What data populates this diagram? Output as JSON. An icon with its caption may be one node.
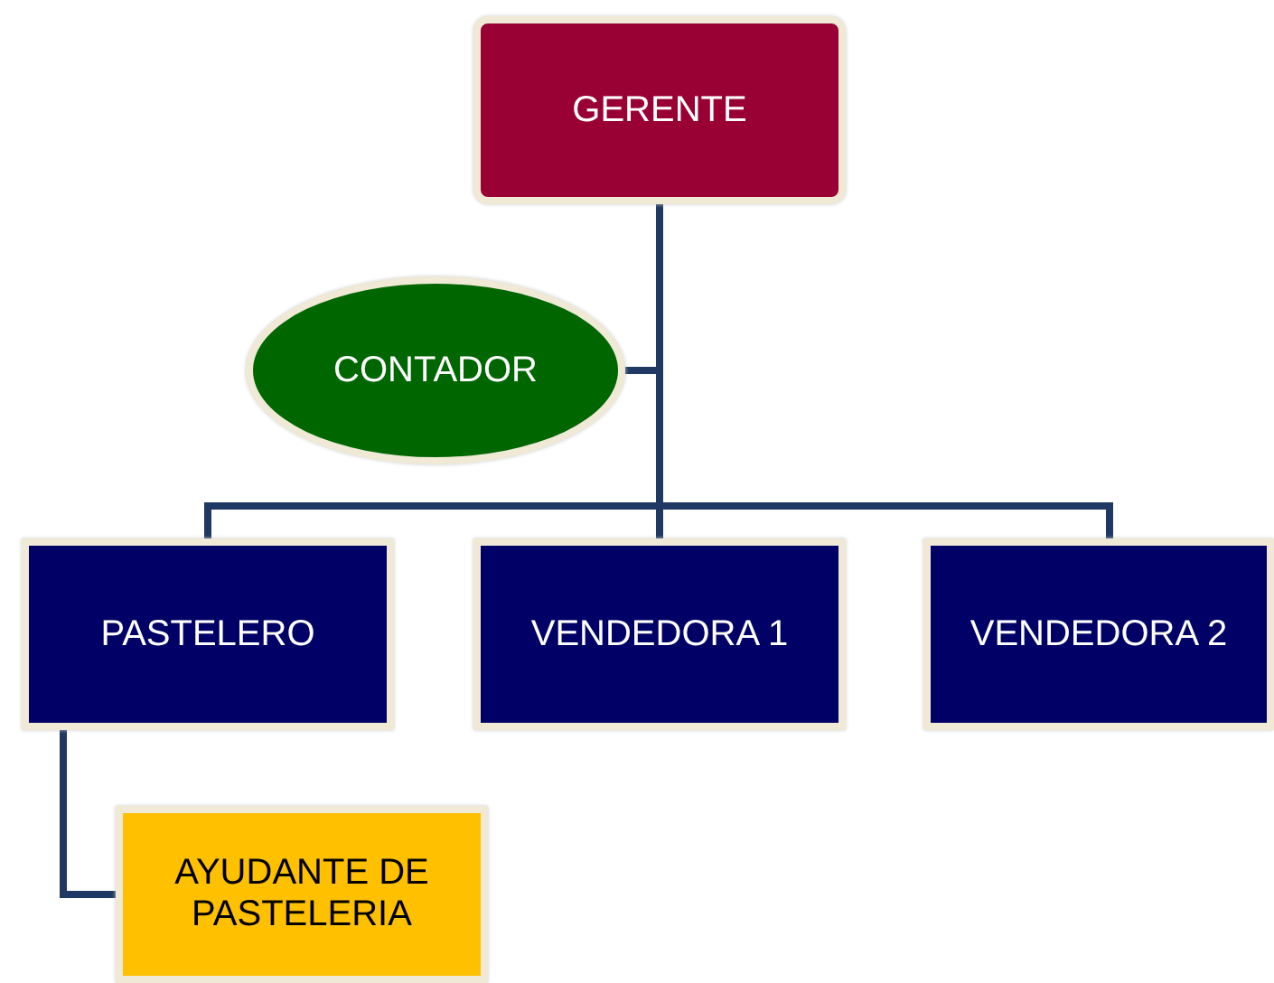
{
  "diagram": {
    "nodes": [
      {
        "text": [
          "GERENTE"
        ]
      },
      {
        "text": [
          "CONTADOR"
        ]
      },
      {
        "text": [
          "PASTELERO"
        ]
      },
      {
        "text": [
          "VENDEDORA 1"
        ]
      },
      {
        "text": [
          "VENDEDORA 2"
        ]
      },
      {
        "text": [
          "AYUDANTE DE PASTELERIA"
        ]
      }
    ],
    "edges": [
      {
        "from": 0,
        "to": 1,
        "arrow": "none"
      },
      {
        "from": 0,
        "to": 2,
        "arrow": "none"
      },
      {
        "from": 0,
        "to": 3,
        "arrow": "none"
      },
      {
        "from": 0,
        "to": 4,
        "arrow": "none"
      },
      {
        "from": 2,
        "to": 5,
        "arrow": "none"
      }
    ]
  }
}
